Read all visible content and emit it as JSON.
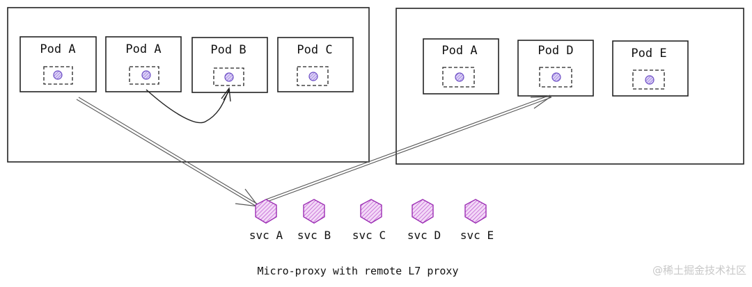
{
  "clusters": [
    {
      "pods": [
        {
          "label": "Pod A"
        },
        {
          "label": "Pod A"
        },
        {
          "label": "Pod B"
        },
        {
          "label": "Pod C"
        }
      ]
    },
    {
      "pods": [
        {
          "label": "Pod A"
        },
        {
          "label": "Pod D"
        },
        {
          "label": "Pod E"
        }
      ]
    }
  ],
  "services": [
    {
      "label": "svc A"
    },
    {
      "label": "svc B"
    },
    {
      "label": "svc C"
    },
    {
      "label": "svc D"
    },
    {
      "label": "svc E"
    }
  ],
  "caption": "Micro-proxy with remote L7 proxy",
  "watermark": "@稀土掘金技术社区",
  "colors": {
    "hex_fill": "#e9b7f0",
    "hex_stroke": "#9c2fb4",
    "proxy_fill": "#c9b8f2",
    "proxy_stroke": "#6a4bc4",
    "line": "#222222",
    "arrow": "#555555"
  }
}
